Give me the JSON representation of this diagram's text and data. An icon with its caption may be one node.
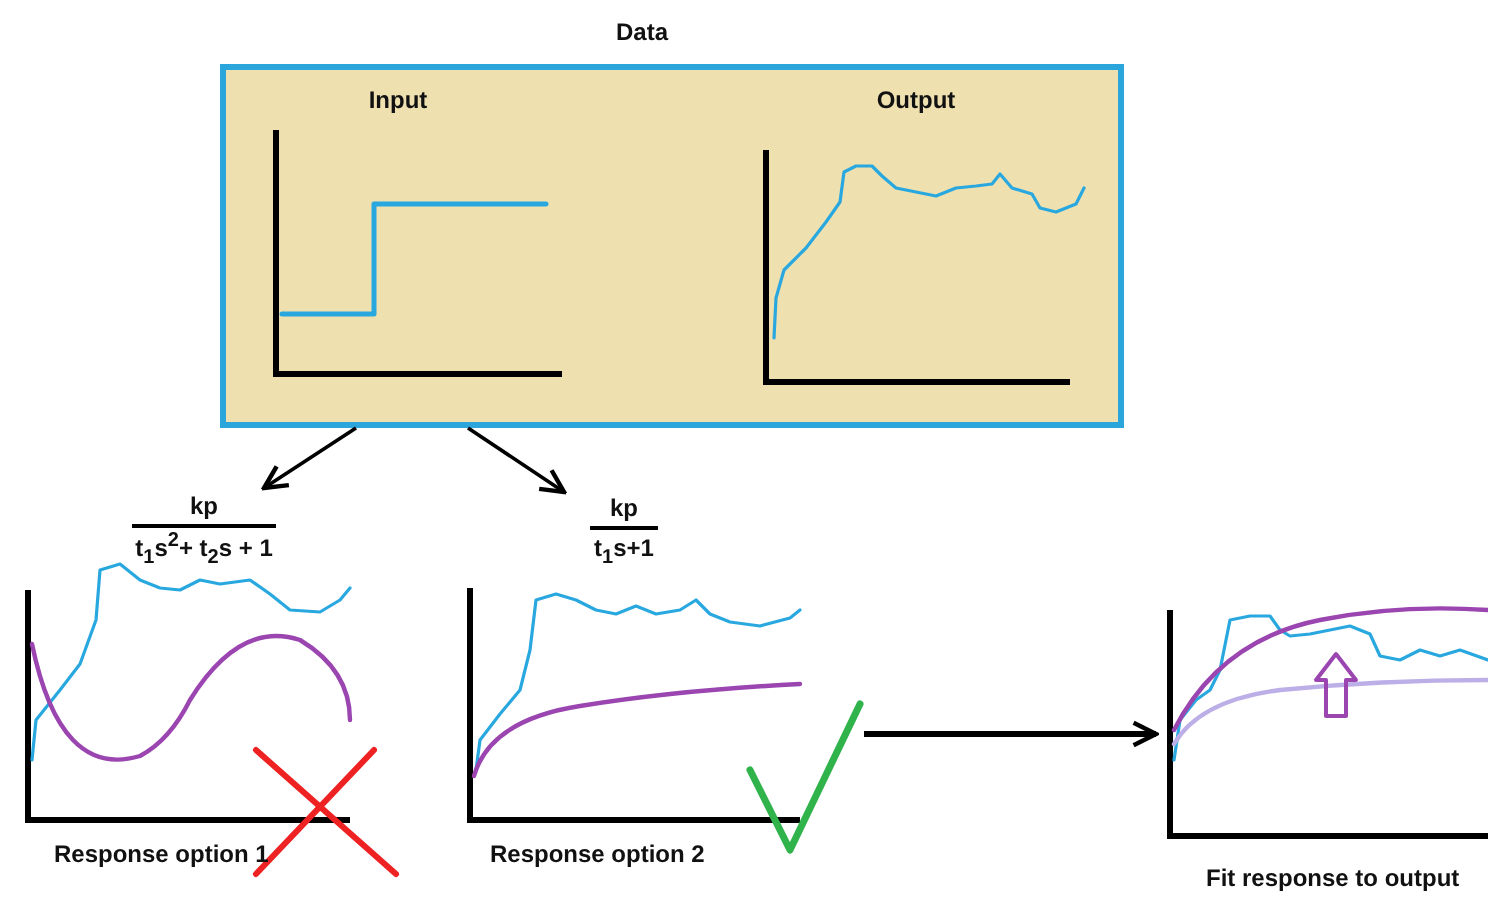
{
  "diagram": {
    "nodes": [
      {
        "text": [
          "Data"
        ]
      },
      {
        "text": [
          "Input"
        ],
        "in": 0
      },
      {
        "text": [
          "Output"
        ],
        "in": 0
      },
      {
        "text": [
          "kp",
          "t$_{1}$s$^{2}$+ t$_{2}$s + 1",
          "Response option 1"
        ]
      },
      {
        "text": [
          "kp",
          "t$_{1}$s+1",
          "Response option 2"
        ]
      },
      {
        "text": [
          "Fit response to output"
        ]
      }
    ],
    "edges": [
      {
        "from": 0,
        "to": 3,
        "arrow": "to"
      },
      {
        "from": 0,
        "to": 4,
        "arrow": "to"
      },
      {
        "from": 4,
        "to": 5,
        "arrow": "to"
      }
    ]
  }
}
